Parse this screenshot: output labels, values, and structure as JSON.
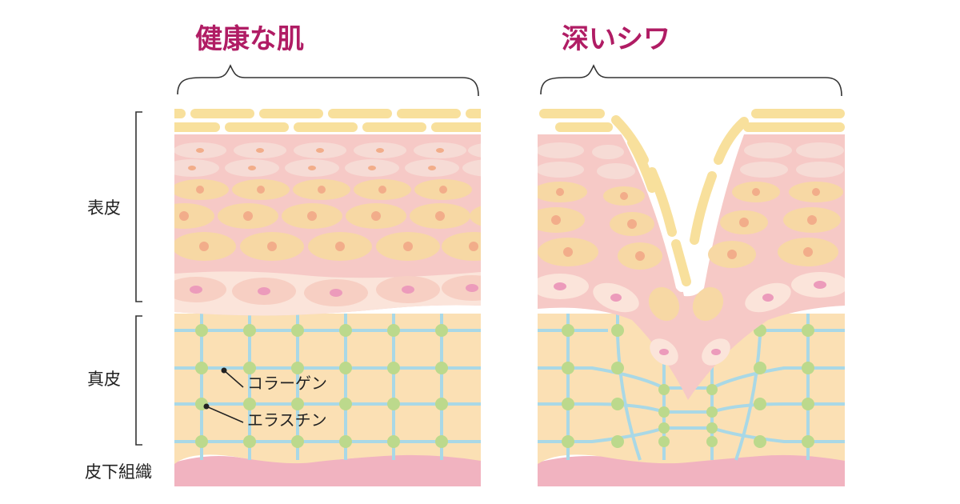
{
  "titles": {
    "healthy": "健康な肌",
    "wrinkle": "深いシワ"
  },
  "layers": {
    "epidermis": "表皮",
    "dermis": "真皮",
    "subcutaneous": "皮下組織"
  },
  "fibers": {
    "collagen": "コラーゲン",
    "elastin": "エラスチン"
  },
  "colors": {
    "title": "#b01c64",
    "horny_layer": "#f8e09c",
    "epidermis_pink": "#f6c9c6",
    "epidermis_cell": "#f7d8a4",
    "cell_nucleus": "#f2ad8a",
    "basal_cell": "#f9dcd2",
    "basal_nucleus": "#ec9bbb",
    "dermis": "#fbe0b4",
    "collagen_line": "#a9d8e6",
    "elastin_node": "#bcd98c",
    "subcutaneous": "#f1b3c0"
  }
}
